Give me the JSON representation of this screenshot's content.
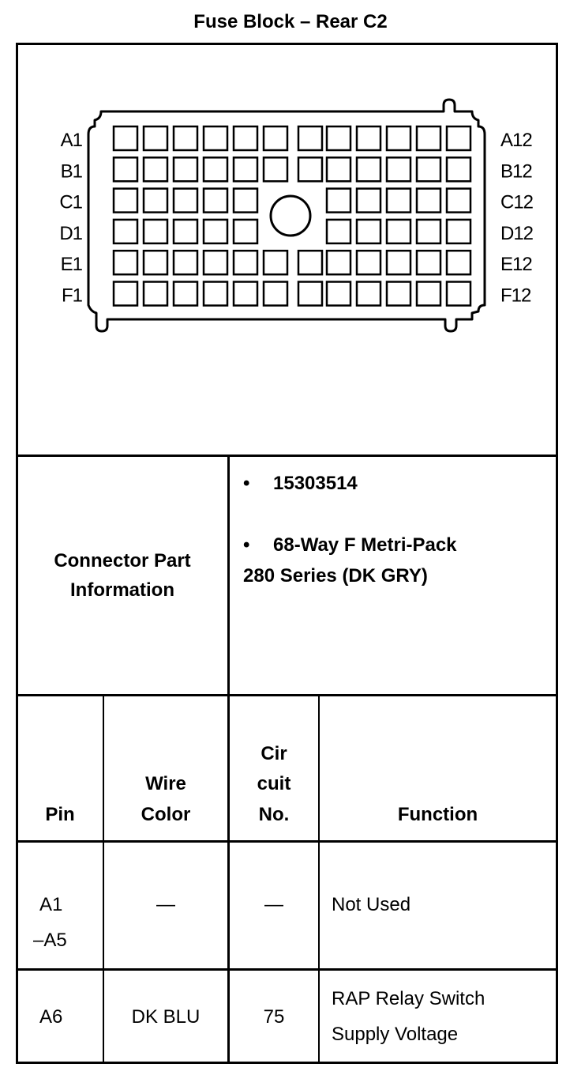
{
  "title": "Fuse Block – Rear C2",
  "connector": {
    "rows": [
      "A",
      "B",
      "C",
      "D",
      "E",
      "F"
    ],
    "left_labels": [
      "A1",
      "B1",
      "C1",
      "D1",
      "E1",
      "F1"
    ],
    "right_labels": [
      "A12",
      "B12",
      "C12",
      "D12",
      "E12",
      "F12"
    ]
  },
  "part_info": {
    "label_line1": "Connector Part",
    "label_line2": "Information",
    "bullet": "•",
    "item1": "15303514",
    "item2_line1": "68-Way F Metri-Pack",
    "item2_line2": "280 Series (DK GRY)"
  },
  "table": {
    "headers": {
      "pin": "Pin",
      "wire_color_line1": "Wire",
      "wire_color_line2": "Color",
      "circuit_line1": "Cir",
      "circuit_line2": "cuit",
      "circuit_line3": "No.",
      "function": "Function"
    },
    "rows": [
      {
        "pin_line1": "A1",
        "pin_line2": "–A5",
        "wire_color": "—",
        "circuit": "—",
        "function_line1": "Not Used",
        "function_line2": ""
      },
      {
        "pin_line1": "A6",
        "pin_line2": "",
        "wire_color": "DK BLU",
        "circuit": "75",
        "function_line1": "RAP Relay Switch",
        "function_line2": "Supply Voltage"
      }
    ]
  }
}
